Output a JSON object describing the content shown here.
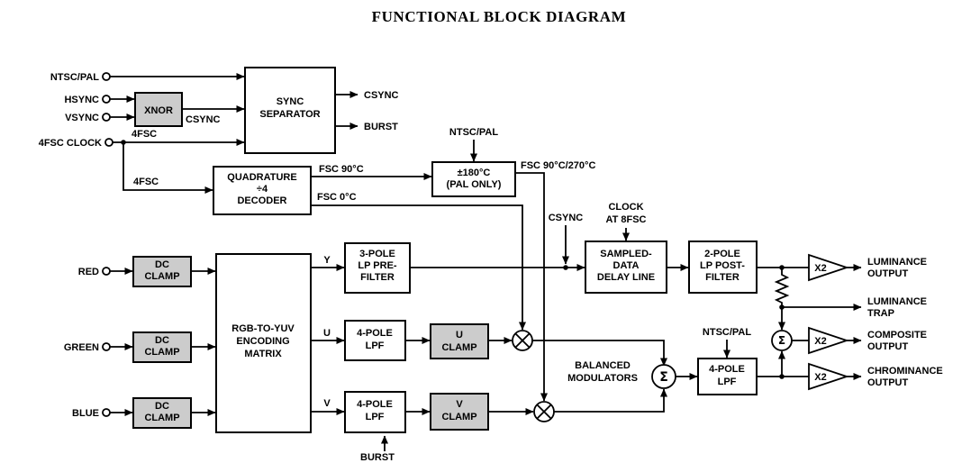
{
  "title": "FUNCTIONAL BLOCK DIAGRAM",
  "colors": {
    "background": "#ffffff",
    "line": "#000000",
    "block_fill": "#ffffff",
    "clamp_fill": "#cccccc"
  },
  "inputs": {
    "ntsc_pal": "NTSC/PAL",
    "hsync": "HSYNC",
    "vsync": "VSYNC",
    "fsc_clock": "4FSC CLOCK",
    "red": "RED",
    "green": "GREEN",
    "blue": "BLUE"
  },
  "blocks": {
    "xnor": {
      "lines": [
        "XNOR"
      ]
    },
    "sync_separator": {
      "lines": [
        "SYNC",
        "SEPARATOR"
      ]
    },
    "quad_decoder": {
      "lines": [
        "QUADRATURE",
        "÷4",
        "DECODER"
      ]
    },
    "pal_switch": {
      "lines": [
        "±180°C",
        "(PAL ONLY)"
      ]
    },
    "dc_clamp": {
      "lines": [
        "DC",
        "CLAMP"
      ]
    },
    "rgb_matrix": {
      "lines": [
        "RGB-TO-YUV",
        "ENCODING",
        "MATRIX"
      ]
    },
    "prefilter": {
      "lines": [
        "3-POLE",
        "LP PRE-",
        "FILTER"
      ]
    },
    "lpf_4pole": {
      "lines": [
        "4-POLE",
        "LPF"
      ]
    },
    "u_clamp": {
      "lines": [
        "U",
        "CLAMP"
      ]
    },
    "v_clamp": {
      "lines": [
        "V",
        "CLAMP"
      ]
    },
    "delay_line": {
      "lines": [
        "SAMPLED-",
        "DATA",
        "DELAY LINE"
      ]
    },
    "postfilter": {
      "lines": [
        "2-POLE",
        "LP POST-",
        "FILTER"
      ]
    },
    "balanced_modulators": {
      "lines": [
        "BALANCED",
        "MODULATORS"
      ]
    }
  },
  "signals": {
    "csync_xnor": "CSYNC",
    "fsc4_top": "4FSC",
    "fsc4_branch": "4FSC",
    "csync_out": "CSYNC",
    "burst_out": "BURST",
    "fsc_90": "FSC 90°C",
    "fsc_0": "FSC 0°C",
    "fsc_90_270": "FSC 90°C/270°C",
    "ntsc_pal_switch": "NTSC/PAL",
    "ntsc_pal_chroma": "NTSC/PAL",
    "clock_8fsc": {
      "lines": [
        "CLOCK",
        "AT 8FSC"
      ]
    },
    "csync_insert": "CSYNC",
    "burst_insert": "BURST",
    "y": "Y",
    "u": "U",
    "v": "V",
    "gain": "X2",
    "sum": "Σ"
  },
  "outputs": {
    "luminance": {
      "lines": [
        "LUMINANCE",
        "OUTPUT"
      ]
    },
    "luminance_trap": {
      "lines": [
        "LUMINANCE",
        "TRAP"
      ]
    },
    "composite": {
      "lines": [
        "COMPOSITE",
        "OUTPUT"
      ]
    },
    "chrominance": {
      "lines": [
        "CHROMINANCE",
        "OUTPUT"
      ]
    }
  }
}
